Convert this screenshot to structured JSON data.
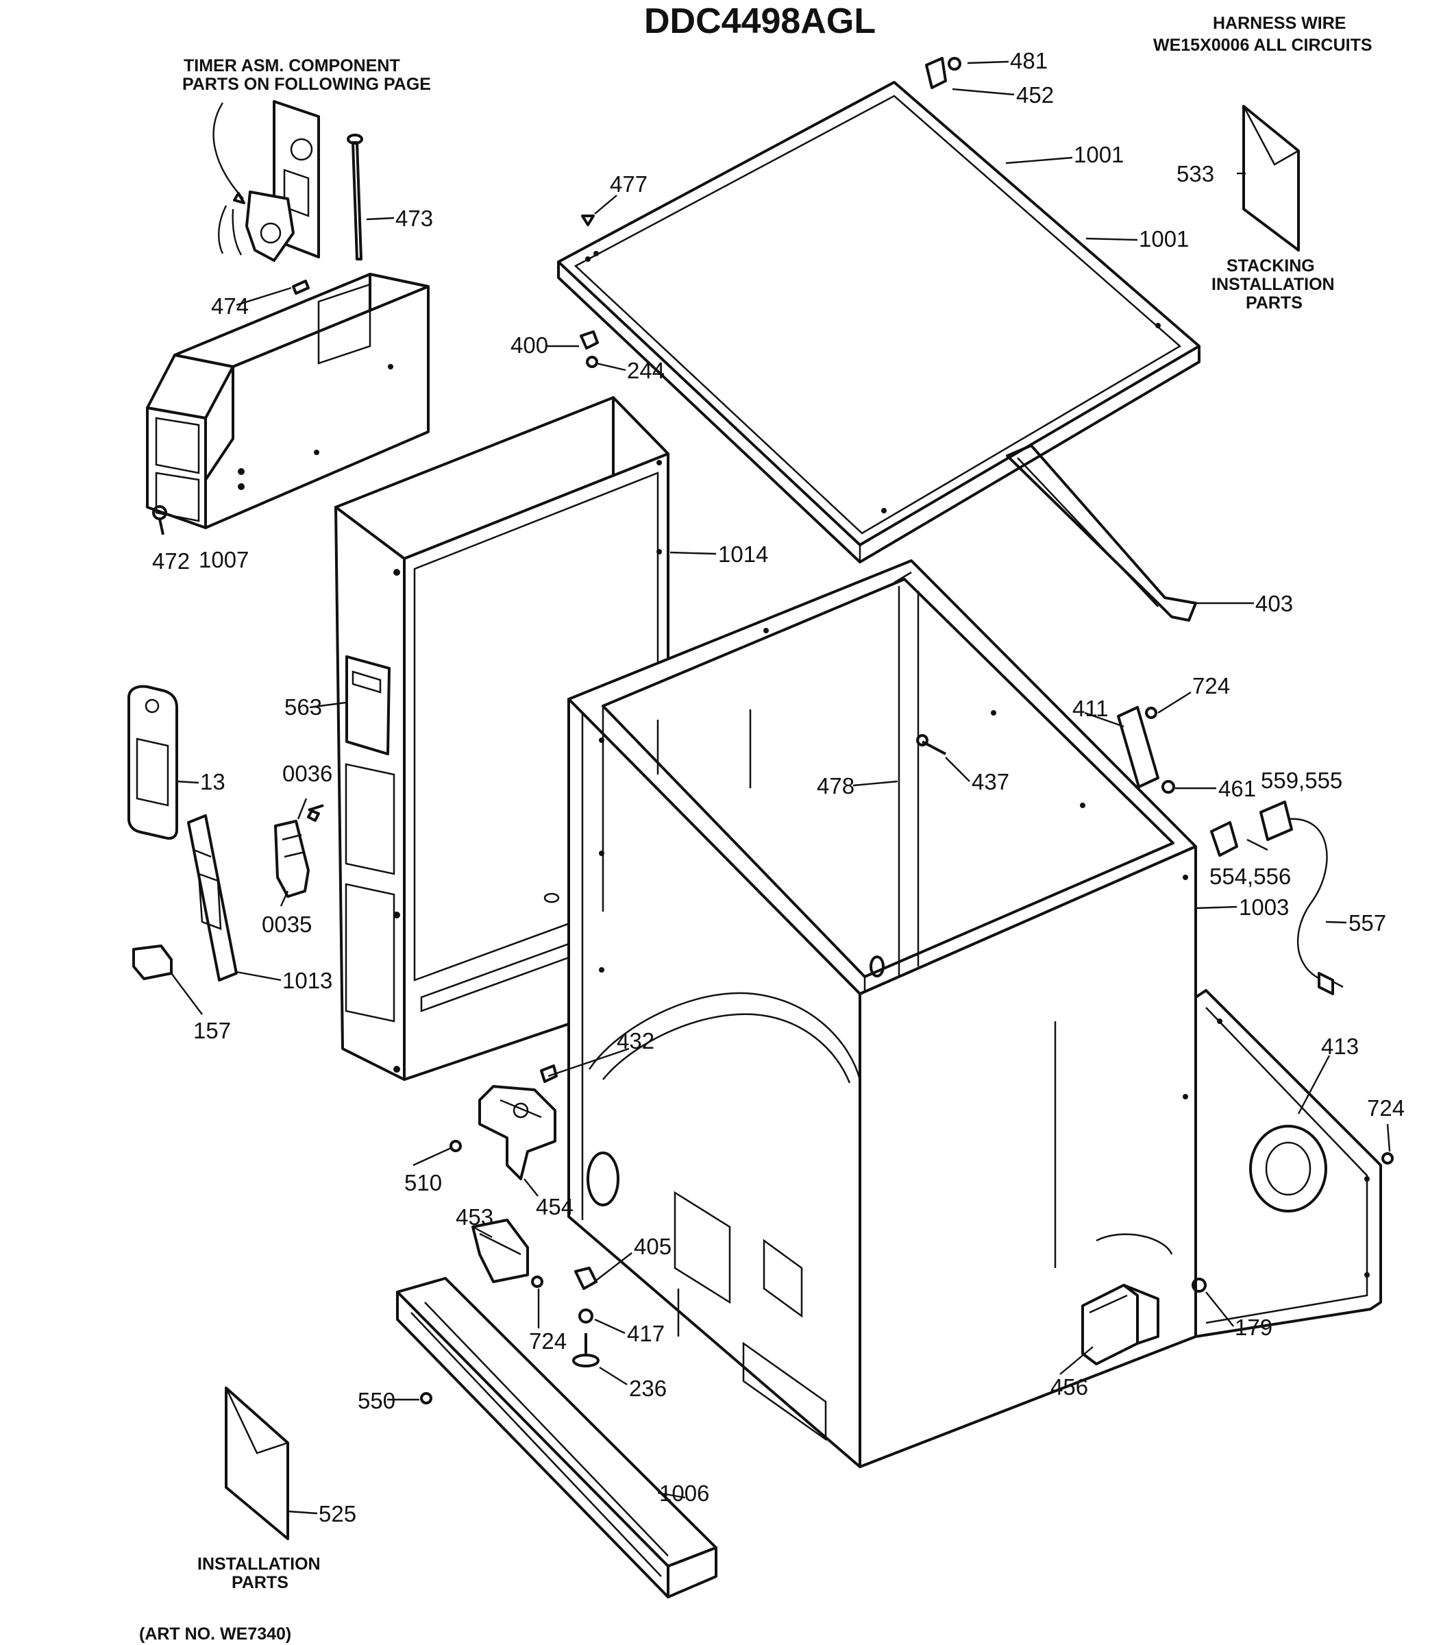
{
  "header": {
    "model": "DDC4498AGL",
    "harness_line1": "HARNESS WIRE",
    "harness_line2": "WE15X0006 ALL CIRCUITS"
  },
  "notes": {
    "timer_line1": "TIMER ASM. COMPONENT",
    "timer_line2": "PARTS ON FOLLOWING PAGE",
    "stacking_line1": "STACKING",
    "stacking_line2": "INSTALLATION",
    "stacking_line3": "PARTS",
    "installation_line1": "INSTALLATION",
    "installation_line2": "PARTS",
    "art_no": "(ART NO. WE7340)"
  },
  "labels": {
    "p481": "481",
    "p452": "452",
    "p1001a": "1001",
    "p1001b": "1001",
    "p533": "533",
    "p477": "477",
    "p473": "473",
    "p474": "474",
    "p400": "400",
    "p244": "244",
    "p472": "472",
    "p1007": "1007",
    "p1014": "1014",
    "p403": "403",
    "p563": "563",
    "p724a": "724",
    "p411": "411",
    "p13": "13",
    "p0036": "0036",
    "p437": "437",
    "p478": "478",
    "p461": "461",
    "p559": "559,555",
    "p554": "554,556",
    "p1003": "1003",
    "p557": "557",
    "p0035": "0035",
    "p1013": "1013",
    "p157": "157",
    "p432": "432",
    "p413": "413",
    "p724b": "724",
    "p510": "510",
    "p454": "454",
    "p453": "453",
    "p405": "405",
    "p417": "417",
    "p724c": "724",
    "p236": "236",
    "p179": "179",
    "p456": "456",
    "p550": "550",
    "p1006": "1006",
    "p525": "525"
  }
}
